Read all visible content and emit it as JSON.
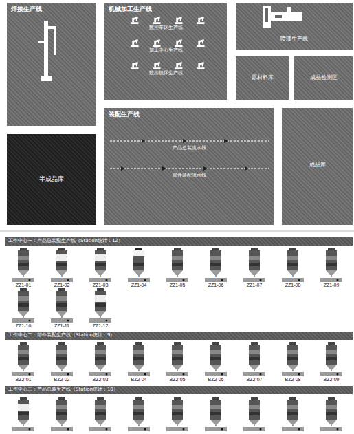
{
  "diagram": {
    "nodes": [
      {
        "text": [
          "焊接生产线"
        ]
      },
      {
        "text": [
          "机械加工生产线",
          "数控车床生产线",
          "加工中心生产线",
          "数控铣床生产线"
        ]
      },
      {
        "text": [
          "喷漆生产线"
        ]
      },
      {
        "text": [
          "原材料库"
        ]
      },
      {
        "text": [
          "成品检测区"
        ]
      },
      {
        "text": [
          "装配生产线",
          "产品总装流水线",
          "部件装配流水线"
        ]
      },
      {
        "text": [
          "半成品库"
        ]
      },
      {
        "text": [
          "成品库"
        ]
      },
      {
        "text": [
          "工作中心一：产品总装配生产线（Station统计：12）"
        ]
      },
      {
        "text": [
          "工作中心二：部件装配生产线（Station统计：9）"
        ]
      },
      {
        "text": [
          "工作中心三：产品总装生产线（Station统计：10）"
        ]
      }
    ],
    "labels": [
      "ZZ1-01",
      "ZZ1-02",
      "ZZ1-03",
      "ZZ1-04",
      "ZZ1-05",
      "ZZ1-06",
      "ZZ1-07",
      "ZZ1-08",
      "ZZ1-09",
      "ZZ1-10",
      "ZZ1-11",
      "ZZ1-12",
      "BZ2-01",
      "BZ2-02",
      "BZ2-03",
      "BZ2-04",
      "BZ2-05",
      "BZ2-06",
      "BZ2-07",
      "BZ2-08",
      "BZ2-09"
    ]
  }
}
